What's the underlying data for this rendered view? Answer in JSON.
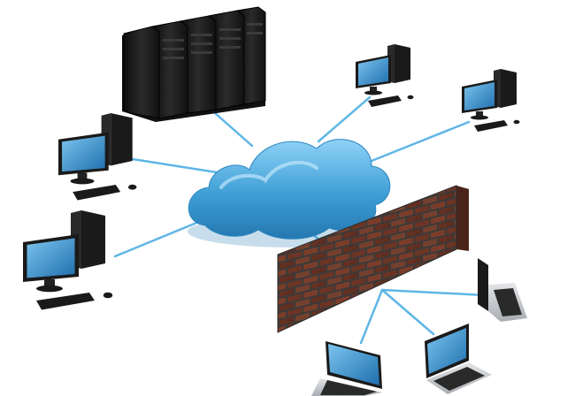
{
  "diagram": {
    "colors": {
      "cloud": "#3f9fd6",
      "cloud_highlight": "#8fd2f7",
      "cloud_shadow": "#2478b0",
      "link": "#5fb6e6",
      "device_black": "#1a1a1a",
      "screen_blue": "#2f8fd0",
      "brick": "#6b3424",
      "mortar": "#3a3a3a",
      "laptop_silver": "#c9ccd0"
    },
    "nodes": [
      {
        "id": "cloud",
        "kind": "cloud-icon"
      },
      {
        "id": "server-rack",
        "kind": "server-rack-icon"
      },
      {
        "id": "desktop-top-right-1",
        "kind": "desktop-computer-icon"
      },
      {
        "id": "desktop-top-right-2",
        "kind": "desktop-computer-icon"
      },
      {
        "id": "desktop-left-1",
        "kind": "desktop-computer-icon"
      },
      {
        "id": "desktop-left-2",
        "kind": "desktop-computer-icon"
      },
      {
        "id": "firewall",
        "kind": "brick-wall-icon"
      },
      {
        "id": "laptop-1",
        "kind": "laptop-icon"
      },
      {
        "id": "laptop-2",
        "kind": "laptop-icon"
      },
      {
        "id": "laptop-3",
        "kind": "laptop-icon"
      }
    ],
    "edges": [
      [
        "cloud",
        "server-rack"
      ],
      [
        "cloud",
        "desktop-top-right-1"
      ],
      [
        "cloud",
        "desktop-top-right-2"
      ],
      [
        "cloud",
        "desktop-left-1"
      ],
      [
        "cloud",
        "desktop-left-2"
      ],
      [
        "cloud",
        "firewall"
      ],
      [
        "firewall",
        "laptop-1"
      ],
      [
        "firewall",
        "laptop-2"
      ],
      [
        "firewall",
        "laptop-3"
      ]
    ]
  }
}
